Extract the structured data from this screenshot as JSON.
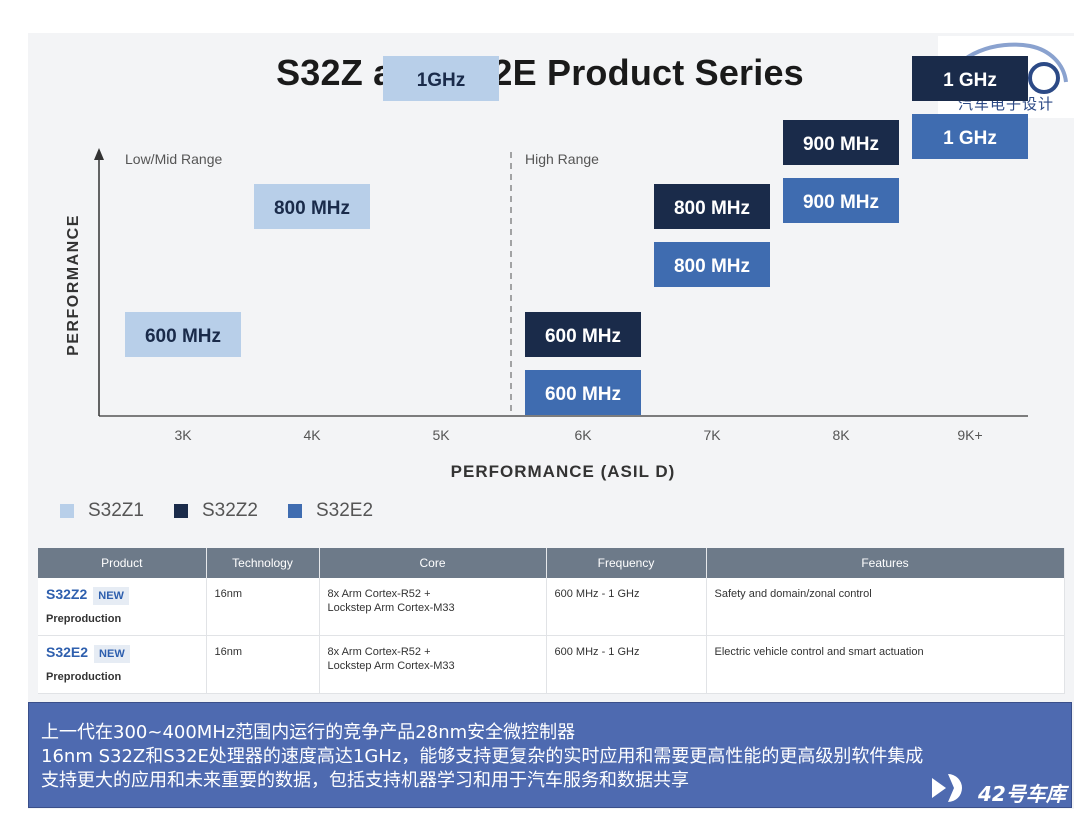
{
  "title": "S32Z and S32E Product Series",
  "logo": {
    "text": "汽车电子设计"
  },
  "colors": {
    "S32Z1": "#b8cfe9",
    "S32Z2": "#1a2b4a",
    "S32E2": "#3f6cb0"
  },
  "chart_data": {
    "type": "bar",
    "xlabel": "PERFORMANCE (ASIL D)",
    "ylabel": "PERFORMANCE",
    "categories": [
      "3K",
      "4K",
      "5K",
      "6K",
      "7K",
      "8K",
      "9K+"
    ],
    "regions": [
      "Low/Mid Range",
      "High Range"
    ],
    "series": [
      {
        "name": "S32Z1",
        "values": [
          600,
          800,
          1000,
          null,
          null,
          null,
          null
        ],
        "labels": [
          "600 MHz",
          "800 MHz",
          "1GHz",
          "",
          "",
          "",
          ""
        ]
      },
      {
        "name": "S32Z2",
        "values": [
          null,
          null,
          null,
          600,
          800,
          900,
          1000
        ],
        "labels": [
          "",
          "",
          "",
          "600 MHz",
          "800 MHz",
          "900 MHz",
          "1 GHz"
        ]
      },
      {
        "name": "S32E2",
        "values": [
          null,
          null,
          null,
          600,
          800,
          900,
          1000
        ],
        "labels": [
          "",
          "",
          "",
          "600 MHz",
          "800 MHz",
          "900 MHz",
          "1 GHz"
        ]
      }
    ],
    "legend": "bottom-left"
  },
  "table": {
    "headers": [
      "Product",
      "Technology",
      "Core",
      "Frequency",
      "Features"
    ],
    "rows": [
      {
        "name": "S32Z2",
        "badge": "NEW",
        "status": "Preproduction",
        "technology": "16nm",
        "core_1": "8x Arm Cortex-R52 +",
        "core_2": "Lockstep Arm Cortex-M33",
        "frequency": "600 MHz - 1 GHz",
        "features": "Safety and domain/zonal control"
      },
      {
        "name": "S32E2",
        "badge": "NEW",
        "status": "Preproduction",
        "technology": "16nm",
        "core_1": "8x Arm Cortex-R52 +",
        "core_2": "Lockstep Arm Cortex-M33",
        "frequency": "600 MHz - 1 GHz",
        "features": "Electric vehicle control and smart actuation"
      }
    ]
  },
  "note": {
    "lines": [
      "上一代在300~400MHz范围内运行的竞争产品28nm安全微控制器",
      "16nm S32Z和S32E处理器的速度高达1GHz，能够支持更复杂的实时应用和需要更高性能的更高级别软件集成",
      "支持更大的应用和未来重要的数据，包括支持机器学习和用于汽车服务和数据共享"
    ]
  },
  "brand": {
    "text": "42号车库"
  }
}
